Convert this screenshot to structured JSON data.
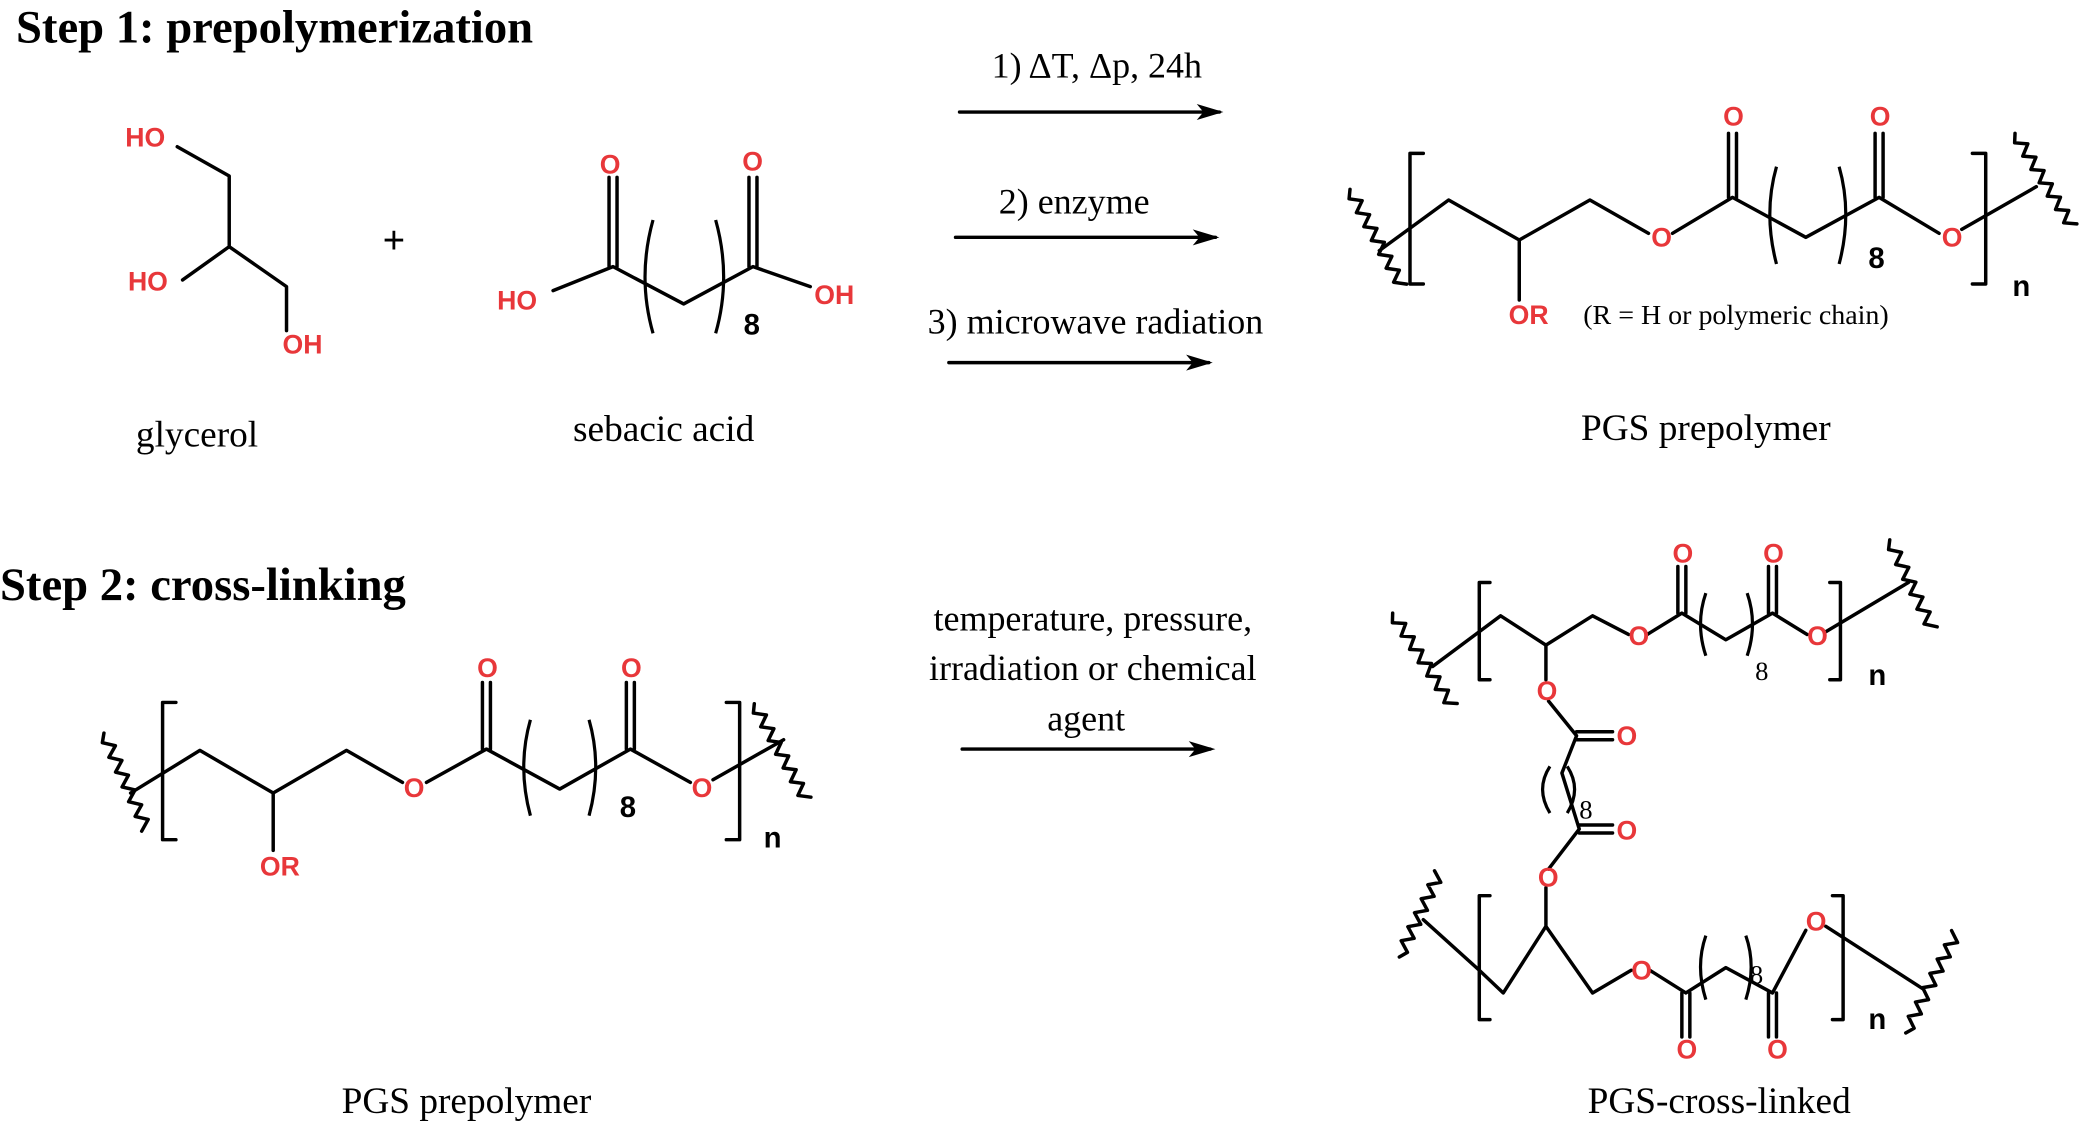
{
  "step1": {
    "title": "Step 1: prepolymerization",
    "glycerol": {
      "atoms": [
        "HO",
        "HO",
        "OH"
      ],
      "label": "glycerol"
    },
    "plus": "+",
    "sebacic_acid": {
      "atoms": [
        "O",
        "O",
        "HO",
        "OH"
      ],
      "repeat": "8",
      "label": "sebacic acid"
    },
    "conditions": [
      "1) ΔT, Δp, 24h",
      "2) enzyme",
      "3) microwave radiation"
    ],
    "product": {
      "atoms": [
        "O",
        "O",
        "O",
        "O",
        "OR"
      ],
      "repeat": "8",
      "n": "n",
      "note": "(R = H or polymeric chain)",
      "label": "PGS prepolymer"
    }
  },
  "step2": {
    "title": "Step 2: cross-linking",
    "reactant": {
      "atoms": [
        "O",
        "O",
        "O",
        "O",
        "OR"
      ],
      "repeat": "8",
      "n": "n",
      "label": "PGS prepolymer"
    },
    "conditions": [
      "temperature, pressure,",
      "irradiation or chemical",
      "agent"
    ],
    "product": {
      "top_atoms": [
        "O",
        "O",
        "O",
        "O"
      ],
      "top_repeat": "8",
      "top_n": "n",
      "link_atoms": [
        "O",
        "O",
        "O",
        "O"
      ],
      "link_repeat": "8",
      "bottom_atoms": [
        "O",
        "O",
        "O",
        "O"
      ],
      "bottom_repeat": "8",
      "bottom_n": "n",
      "label": "PGS-cross-linked"
    }
  },
  "colors": {
    "heteroatom": "#e8373a",
    "ink": "#000000"
  }
}
